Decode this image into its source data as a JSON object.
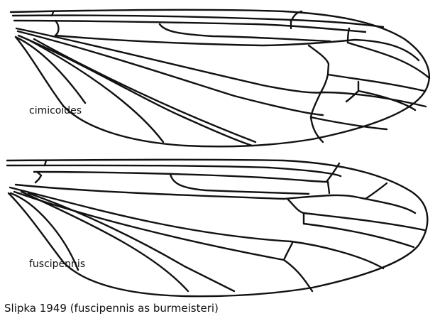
{
  "figure": {
    "wings": [
      {
        "id": "wing-top",
        "label": "cimicoides"
      },
      {
        "id": "wing-bottom",
        "label": "fuscipennis"
      }
    ],
    "caption": "Slipka 1949 (fuscipennis as burmeisteri)",
    "colors": {
      "background": "#ffffff",
      "veins": "#111111"
    }
  }
}
